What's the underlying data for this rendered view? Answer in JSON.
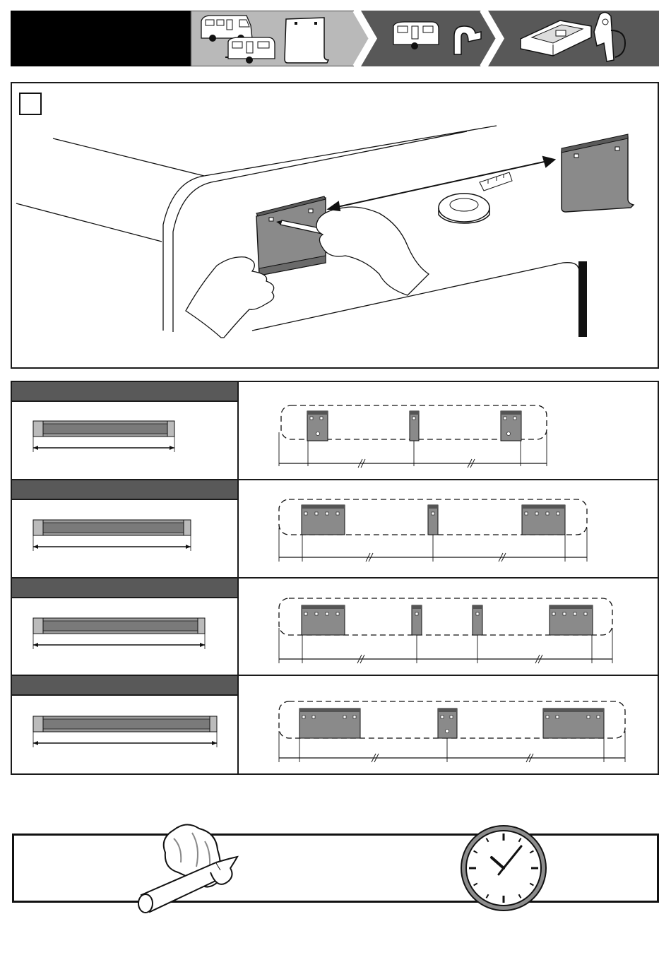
{
  "header": {
    "black_block": "",
    "stages": [
      {
        "name": "vehicles-and-bracket",
        "active": true
      },
      {
        "name": "caravan-and-rail",
        "active": false
      },
      {
        "name": "cassette-and-clip",
        "active": false
      }
    ],
    "colors": {
      "black": "#000000",
      "active_grey": "#b9b9b9",
      "dark_grey": "#585858"
    }
  },
  "step": {
    "number_box": ""
  },
  "rows": [
    {
      "name": "awning-size-1",
      "brackets": [
        "wide-2-hole",
        "narrow",
        "wide-2-hole"
      ]
    },
    {
      "name": "awning-size-2",
      "brackets": [
        "wide-4-hole",
        "narrow",
        "wide-4-hole"
      ]
    },
    {
      "name": "awning-size-3",
      "brackets": [
        "wide-4-hole",
        "narrow",
        "narrow",
        "wide-4-hole"
      ]
    },
    {
      "name": "awning-size-4",
      "brackets": [
        "wide-4-hole",
        "narrow",
        "wide-4-hole"
      ]
    }
  ],
  "footer": {
    "icons": [
      "cleaning-cloth-icon",
      "clock-icon"
    ],
    "clock_time": ""
  }
}
